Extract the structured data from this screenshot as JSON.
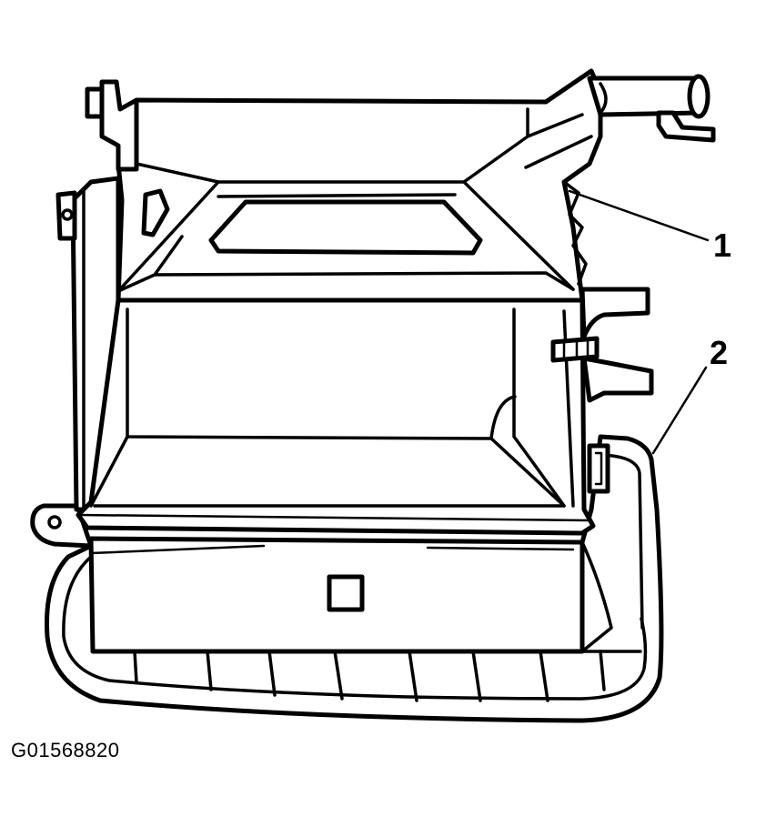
{
  "diagram": {
    "callouts": [
      {
        "id": "1",
        "label": "1"
      },
      {
        "id": "2",
        "label": "2"
      }
    ],
    "figure_code": "G01568820",
    "colors": {
      "line": "#000000",
      "background": "#ffffff"
    }
  }
}
